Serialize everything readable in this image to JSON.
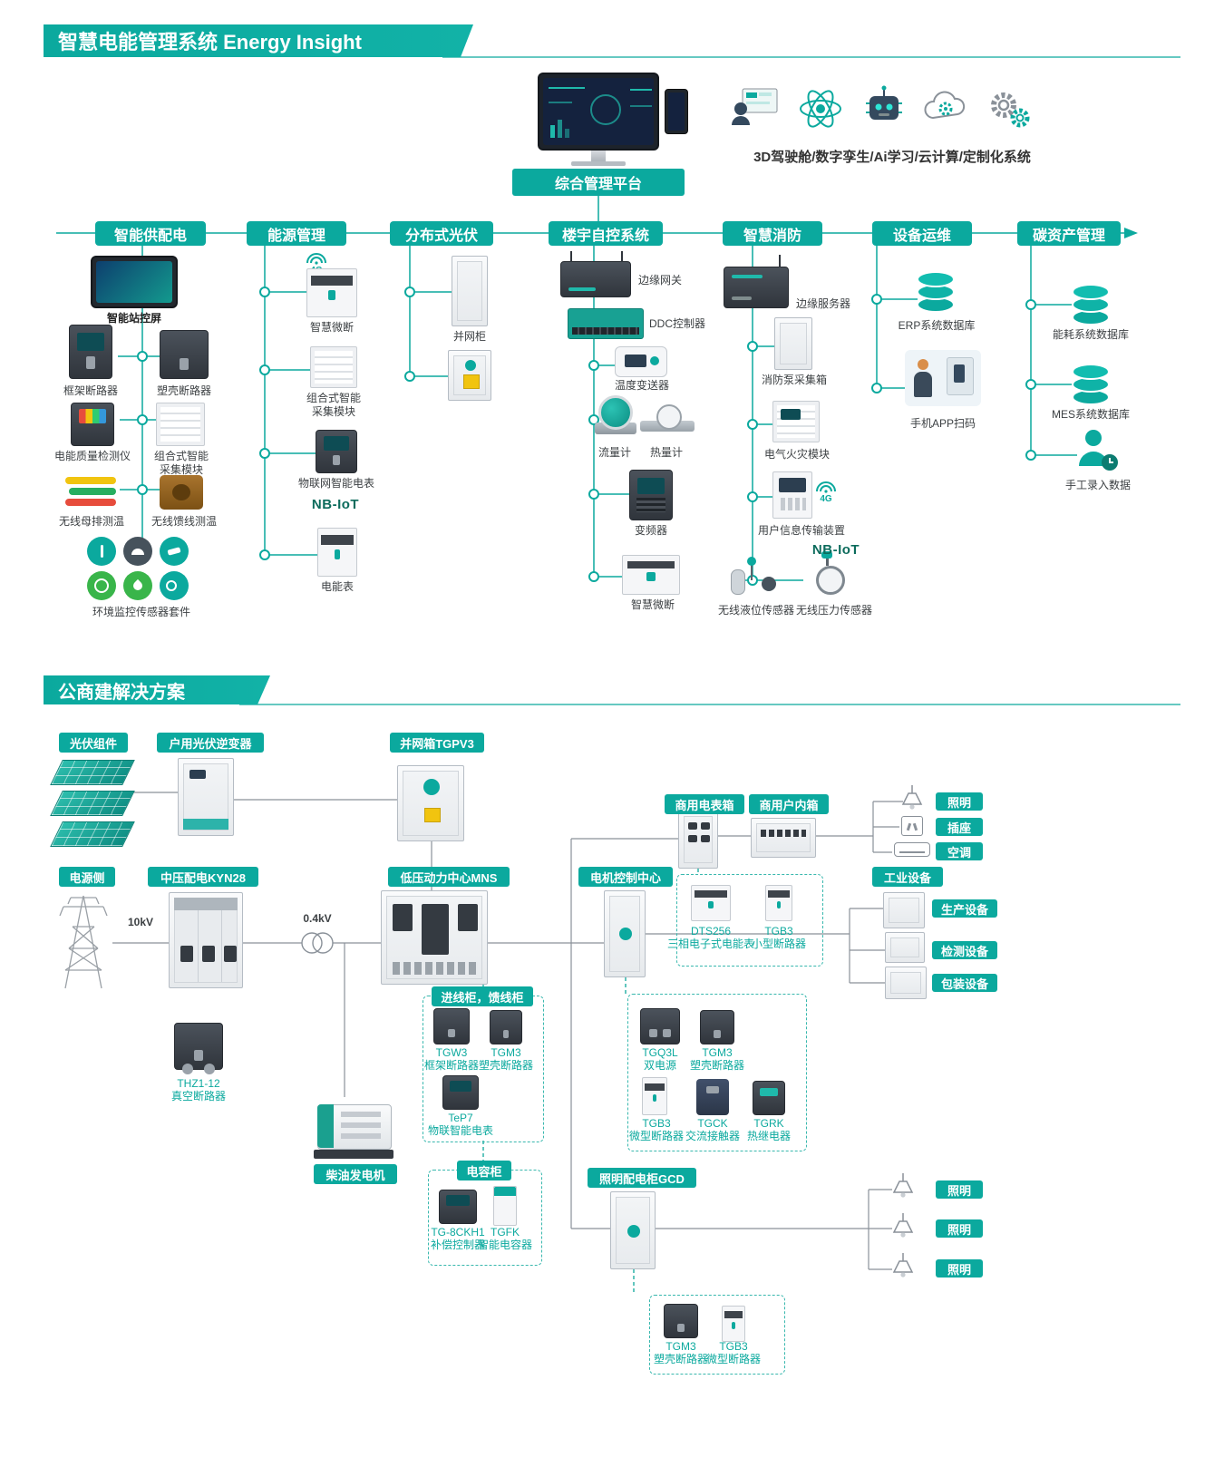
{
  "banners": {
    "top": "智慧电能管理系统 Energy Insight",
    "bottom": "公商建解决方案"
  },
  "platform": {
    "button": "综合管理平台",
    "tech_caption": "3D驾驶舱/数字孪生/Ai学习/云计算/定制化系统"
  },
  "misc": {
    "g4": "4G"
  },
  "columns": [
    {
      "header": "智能供配电",
      "items": {
        "station_screen": "智能站控屏",
        "frame_breaker": "框架断路器",
        "mccb": "塑壳断路器",
        "power_quality": "电能质量检测仪",
        "combo_module": "组合式智能采集模块",
        "busbar_temp": "无线母排测温",
        "feeder_temp": "无线馈线测温",
        "env_kit": "环境监控传感器套件"
      }
    },
    {
      "header": "能源管理",
      "items": {
        "smart_mcb": "智慧微断",
        "combo_module": "组合式智能采集模块",
        "iot_meter": "物联网智能电表",
        "nbiot": "NB-IoT",
        "energy_meter": "电能表"
      }
    },
    {
      "header": "分布式光伏",
      "items": {
        "grid_cabinet": "并网柜"
      }
    },
    {
      "header": "楼宇自控系统",
      "items": {
        "edge_gateway": "边缘网关",
        "ddc": "DDC控制器",
        "temp_transmitter": "温度变送器",
        "flow_meter": "流量计",
        "heat_meter": "热量计",
        "vfd": "变频器",
        "smart_mcb": "智慧微断"
      }
    },
    {
      "header": "智慧消防",
      "items": {
        "edge_server": "边缘服务器",
        "fire_pump_box": "消防泵采集箱",
        "electric_fire": "电气火灾模块",
        "user_info_device": "用户信息传输装置",
        "nbiot": "NB-IoT",
        "level_sensor": "无线液位传感器",
        "pressure_sensor": "无线压力传感器"
      }
    },
    {
      "header": "设备运维",
      "items": {
        "erp_db": "ERP系统数据库",
        "app_scan": "手机APP扫码"
      }
    },
    {
      "header": "碳资产管理",
      "items": {
        "energy_db": "能耗系统数据库",
        "mes_db": "MES系统数据库",
        "manual_entry": "手工录入数据"
      }
    }
  ],
  "solution": {
    "labels": {
      "pv_module": "光伏组件",
      "inverter": "户用光伏逆变器",
      "grid_box": "并网箱TGPV3",
      "meter_box": "商用电表箱",
      "indoor_box": "商用户内箱",
      "power_side": "电源侧",
      "mv_dist": "中压配电KYN28",
      "lv_center": "低压动力中心MNS",
      "mcc": "电机控制中心",
      "industrial": "工业设备",
      "incoming_cabinet": "进线柜，馈线柜",
      "cap_cabinet": "电容柜",
      "lighting_cabinet": "照明配电柜GCD",
      "diesel": "柴油发电机"
    },
    "voltages": {
      "mv": "10kV",
      "lv": "0.4kV"
    },
    "side_labels": {
      "lighting1": "照明",
      "socket": "插座",
      "ac": "空调",
      "prod": "生产设备",
      "inspect": "检测设备",
      "pack": "包装设备",
      "lamp1": "照明",
      "lamp2": "照明",
      "lamp3": "照明"
    },
    "components": {
      "dts256": {
        "model": "DTS256",
        "name": "三相电子式电能表"
      },
      "tgb3_small": {
        "model": "TGB3",
        "name": "小型断路器"
      },
      "thz112": {
        "model": "THZ1-12",
        "name": "真空断路器"
      },
      "tgw3": {
        "model": "TGW3",
        "name": "框架断路器"
      },
      "tgm3_feeder": {
        "model": "TGM3",
        "name": "塑壳断路器"
      },
      "tep7": {
        "model": "TeP7",
        "name": "物联智能电表"
      },
      "tgq3l": {
        "model": "TGQ3L",
        "name": "双电源"
      },
      "tgm3_mcc": {
        "model": "TGM3",
        "name": "塑壳断路器"
      },
      "tgb3_micro": {
        "model": "TGB3",
        "name": "微型断路器"
      },
      "tgck": {
        "model": "TGCK",
        "name": "交流接触器"
      },
      "tgrk": {
        "model": "TGRK",
        "name": "热继电器"
      },
      "tg8ckh1": {
        "model": "TG-8CKH1",
        "name": "补偿控制器"
      },
      "tgfk": {
        "model": "TGFK",
        "name": "智能电容器"
      },
      "tgm3_gcd": {
        "model": "TGM3",
        "name": "塑壳断路器"
      },
      "tgb3_gcd": {
        "model": "TGB3",
        "name": "微型断路器"
      }
    }
  }
}
